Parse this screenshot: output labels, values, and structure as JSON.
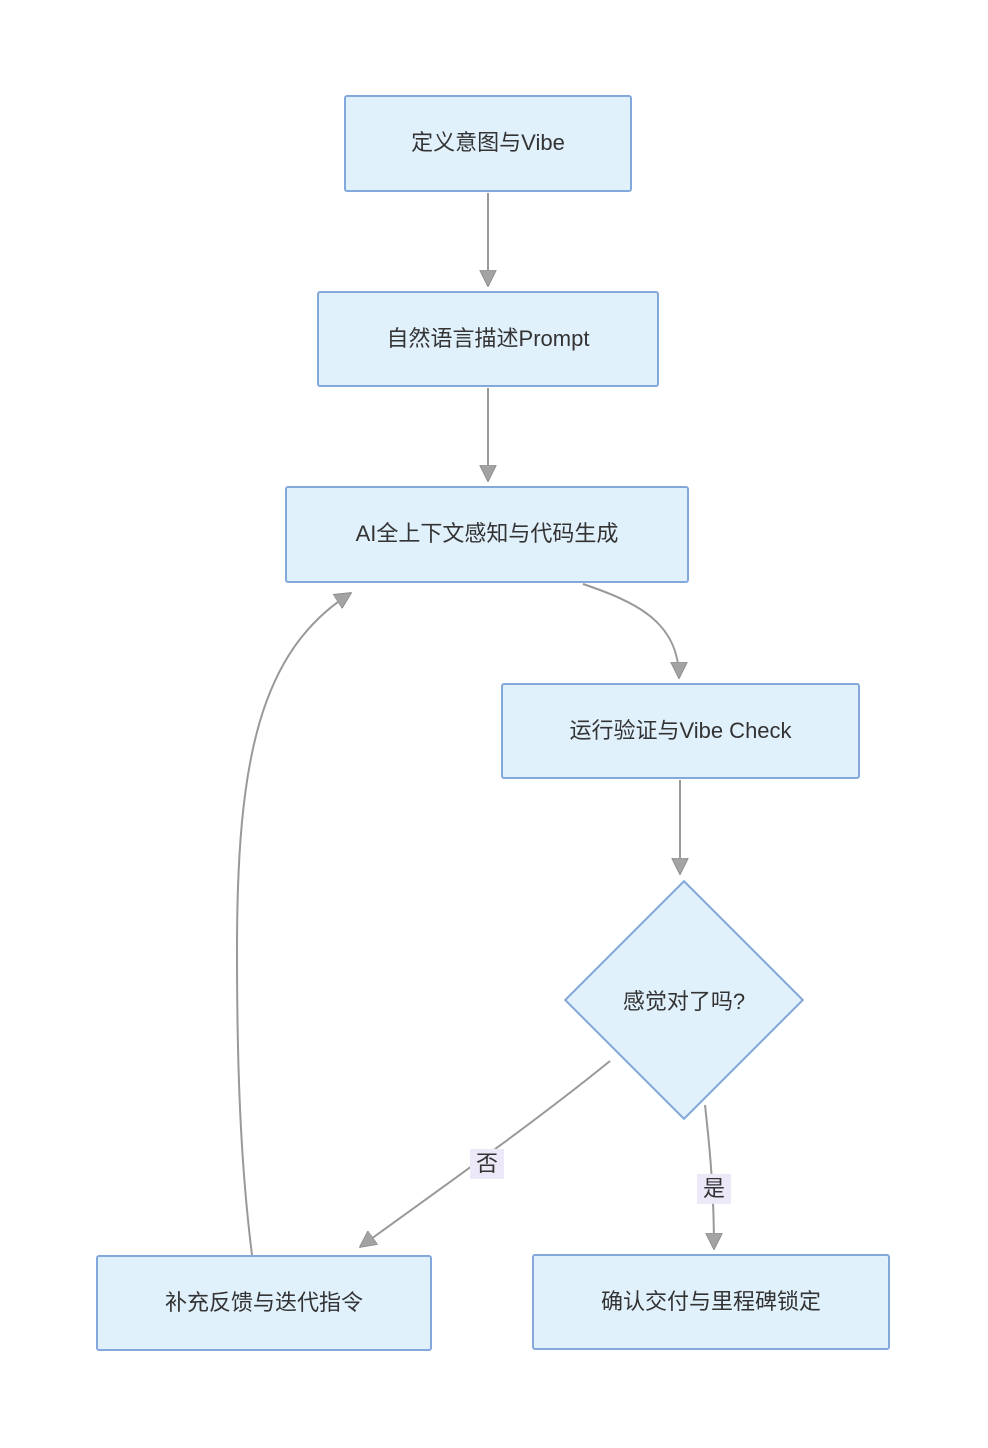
{
  "diagram": {
    "type": "flowchart",
    "direction": "top-down",
    "background": "#ffffff",
    "colors": {
      "node_fill": "#e1f1fc",
      "node_border": "#82a8dc",
      "edge_line": "#999999",
      "arrowhead_fill": "#a3a3a3",
      "edge_label_bg": "#ece8f8",
      "text": "#333333"
    },
    "nodes": {
      "define_intent": {
        "label": "定义意图与Vibe",
        "shape": "rect"
      },
      "describe_prompt": {
        "label": "自然语言描述Prompt",
        "shape": "rect"
      },
      "ai_generate": {
        "label": "AI全上下文感知与代码生成",
        "shape": "rect"
      },
      "run_verify": {
        "label": "运行验证与Vibe Check",
        "shape": "rect"
      },
      "feel_right": {
        "label": "感觉对了吗?",
        "shape": "diamond"
      },
      "feedback_iterate": {
        "label": "补充反馈与迭代指令",
        "shape": "rect"
      },
      "confirm_deliver": {
        "label": "确认交付与里程碑锁定",
        "shape": "rect"
      }
    },
    "edge_labels": {
      "no": "否",
      "yes": "是"
    },
    "edges": [
      {
        "from": "define_intent",
        "to": "describe_prompt",
        "label": ""
      },
      {
        "from": "describe_prompt",
        "to": "ai_generate",
        "label": ""
      },
      {
        "from": "ai_generate",
        "to": "run_verify",
        "label": ""
      },
      {
        "from": "run_verify",
        "to": "feel_right",
        "label": ""
      },
      {
        "from": "feel_right",
        "to": "feedback_iterate",
        "label": "否"
      },
      {
        "from": "feel_right",
        "to": "confirm_deliver",
        "label": "是"
      },
      {
        "from": "feedback_iterate",
        "to": "ai_generate",
        "label": ""
      }
    ]
  }
}
